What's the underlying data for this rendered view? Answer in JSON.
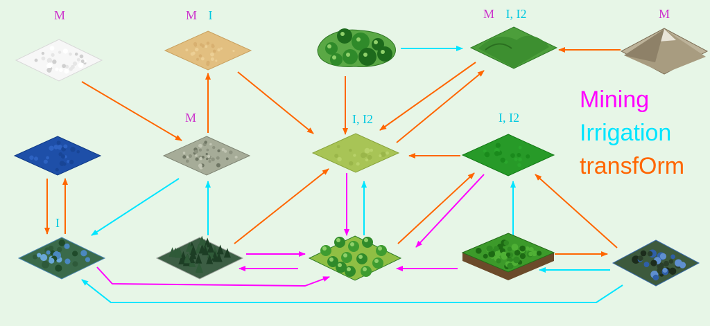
{
  "colors": {
    "mining": "#ff00ff",
    "irrigation": "#00e5ff",
    "transform": "#ff6600",
    "background": "#e7f6e7"
  },
  "legend": {
    "mining": "Mining",
    "irrigation": "Irrigation",
    "transform": "transfOrm"
  },
  "tiles": {
    "glacier": {
      "label": "glacier",
      "tags": [
        {
          "text": "M",
          "kind": "mining"
        }
      ]
    },
    "desert": {
      "label": "desert",
      "tags": [
        {
          "text": "M",
          "kind": "mining"
        },
        {
          "text": "I",
          "kind": "irrigation"
        }
      ]
    },
    "hills": {
      "label": "hills",
      "tags": [
        {
          "text": "M",
          "kind": "mining"
        },
        {
          "text": "I, I2",
          "kind": "irrigation"
        }
      ]
    },
    "mountains": {
      "label": "mountains",
      "tags": [
        {
          "text": "M",
          "kind": "mining"
        }
      ]
    },
    "tundra": {
      "label": "tundra",
      "tags": [
        {
          "text": "M",
          "kind": "mining"
        }
      ]
    },
    "plains": {
      "label": "plains",
      "tags": [
        {
          "text": "I, I2",
          "kind": "irrigation"
        }
      ]
    },
    "grassland": {
      "label": "grassland",
      "tags": [
        {
          "text": "I, I2",
          "kind": "irrigation"
        }
      ]
    },
    "swamp": {
      "label": "swamp",
      "tags": [
        {
          "text": "I",
          "kind": "irrigation"
        }
      ]
    },
    "ocean": {
      "label": "ocean",
      "tags": []
    },
    "taiga": {
      "label": "taiga",
      "tags": []
    },
    "forest": {
      "label": "forest",
      "tags": []
    },
    "jungle": {
      "label": "jungle",
      "tags": []
    },
    "marsh": {
      "label": "marsh",
      "tags": []
    },
    "bush": {
      "label": "bush",
      "tags": []
    }
  }
}
